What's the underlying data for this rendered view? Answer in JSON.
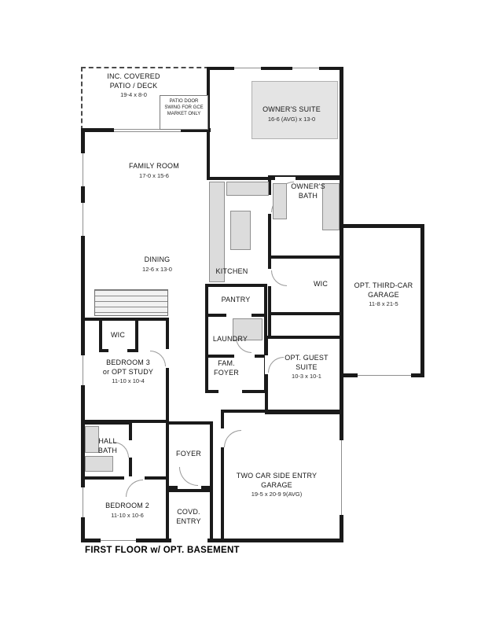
{
  "title": "FIRST FLOOR w/ OPT. BASEMENT",
  "rooms": {
    "patio": {
      "name": "INC. COVERED\nPATIO / DECK",
      "dims": "19-4 x 8-0",
      "note": "PATIO DOOR\nSWING FOR GCE\nMARKET ONLY"
    },
    "owners_suite": {
      "name": "OWNER'S SUITE",
      "dims": "16-6 (AVG) x 13-0"
    },
    "family_room": {
      "name": "FAMILY ROOM",
      "dims": "17-0 x 15-6"
    },
    "dining": {
      "name": "DINING",
      "dims": "12-6 x 13-0"
    },
    "kitchen": {
      "name": "KITCHEN"
    },
    "owners_bath": {
      "name": "OWNER'S\nBATH"
    },
    "wic_right": {
      "name": "WIC"
    },
    "third_car_garage": {
      "name": "OPT. THIRD-CAR\nGARAGE",
      "dims": "11-8 x 21-5"
    },
    "pantry": {
      "name": "PANTRY"
    },
    "laundry": {
      "name": "LAUNDRY"
    },
    "wic_left": {
      "name": "WIC"
    },
    "bedroom3": {
      "name": "BEDROOM 3\nor OPT STUDY",
      "dims": "11-10 x 10-4"
    },
    "fam_foyer": {
      "name": "FAM.\nFOYER"
    },
    "guest_suite": {
      "name": "OPT. GUEST\nSUITE",
      "dims": "10-3 x 10-1"
    },
    "hall_bath": {
      "name": "HALL\nBATH"
    },
    "foyer": {
      "name": "FOYER"
    },
    "bedroom2": {
      "name": "BEDROOM 2",
      "dims": "11-10 x 10-6"
    },
    "covd_entry": {
      "name": "COVD.\nENTRY"
    },
    "two_car_garage": {
      "name": "TWO CAR SIDE ENTRY\nGARAGE",
      "dims": "19-5 x 20-9 9(AVG)"
    }
  },
  "colors": {
    "wall": "#1a1a1a",
    "fixture": "#dcdcdc",
    "background": "#ffffff"
  }
}
